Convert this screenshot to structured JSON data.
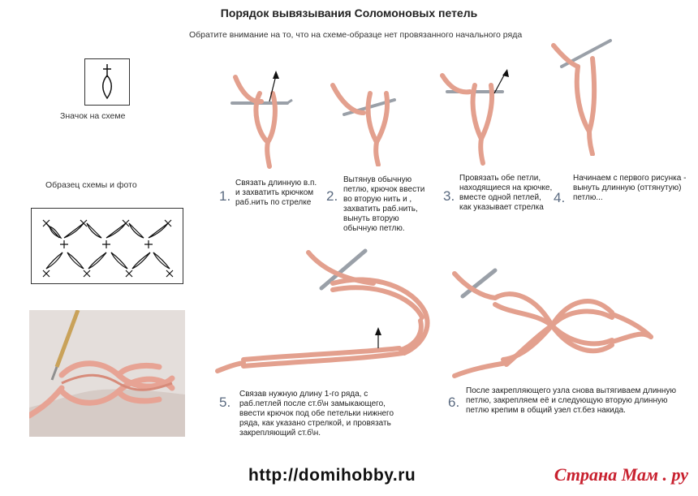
{
  "title": "Порядок вывязывания Соломоновых петель",
  "note": "Обратите внимание  на то, что на схеме-образце нет провязанного начального ряда",
  "symbol_caption": "Значок на схеме",
  "scheme_caption": "Образец схемы и фото",
  "steps": [
    {
      "num": "1.",
      "text": "Связать длинную  в.п. и захватить крючком раб.нить по стрелке"
    },
    {
      "num": "2.",
      "text": "Вытянув обычную петлю, крючок ввести во вторую нить и , захватить раб.нить, вынуть вторую обычную петлю."
    },
    {
      "num": "3.",
      "text": "Провязать обе петли, находящиеся на крючке, вместе одной петлей, как указывает стрелка"
    },
    {
      "num": "4.",
      "text": "Начинаем с первого рисунка - вынуть  длинную (оттянутую) петлю..."
    },
    {
      "num": "5.",
      "text": "Связав нужную длину 1-го ряда, с раб.петлей после ст.б\\н замыкающего, ввести крючок под обе петельки нижнего ряда, как указано стрелкой, и провязать закрепляющий ст.б\\н."
    },
    {
      "num": "6.",
      "text": "После закрепляющего узла снова вытягиваем длинную петлю, закрепляем её и следующую вторую длинную петлю крепим в общий узел ст.без накида."
    }
  ],
  "footer_url": "http://domihobby.ru",
  "logo_text": "Страна Мам . ру",
  "colors": {
    "yarn": "#e3a08e",
    "yarn_dark": "#b86b5a",
    "hook": "#9aa0a8"
  }
}
